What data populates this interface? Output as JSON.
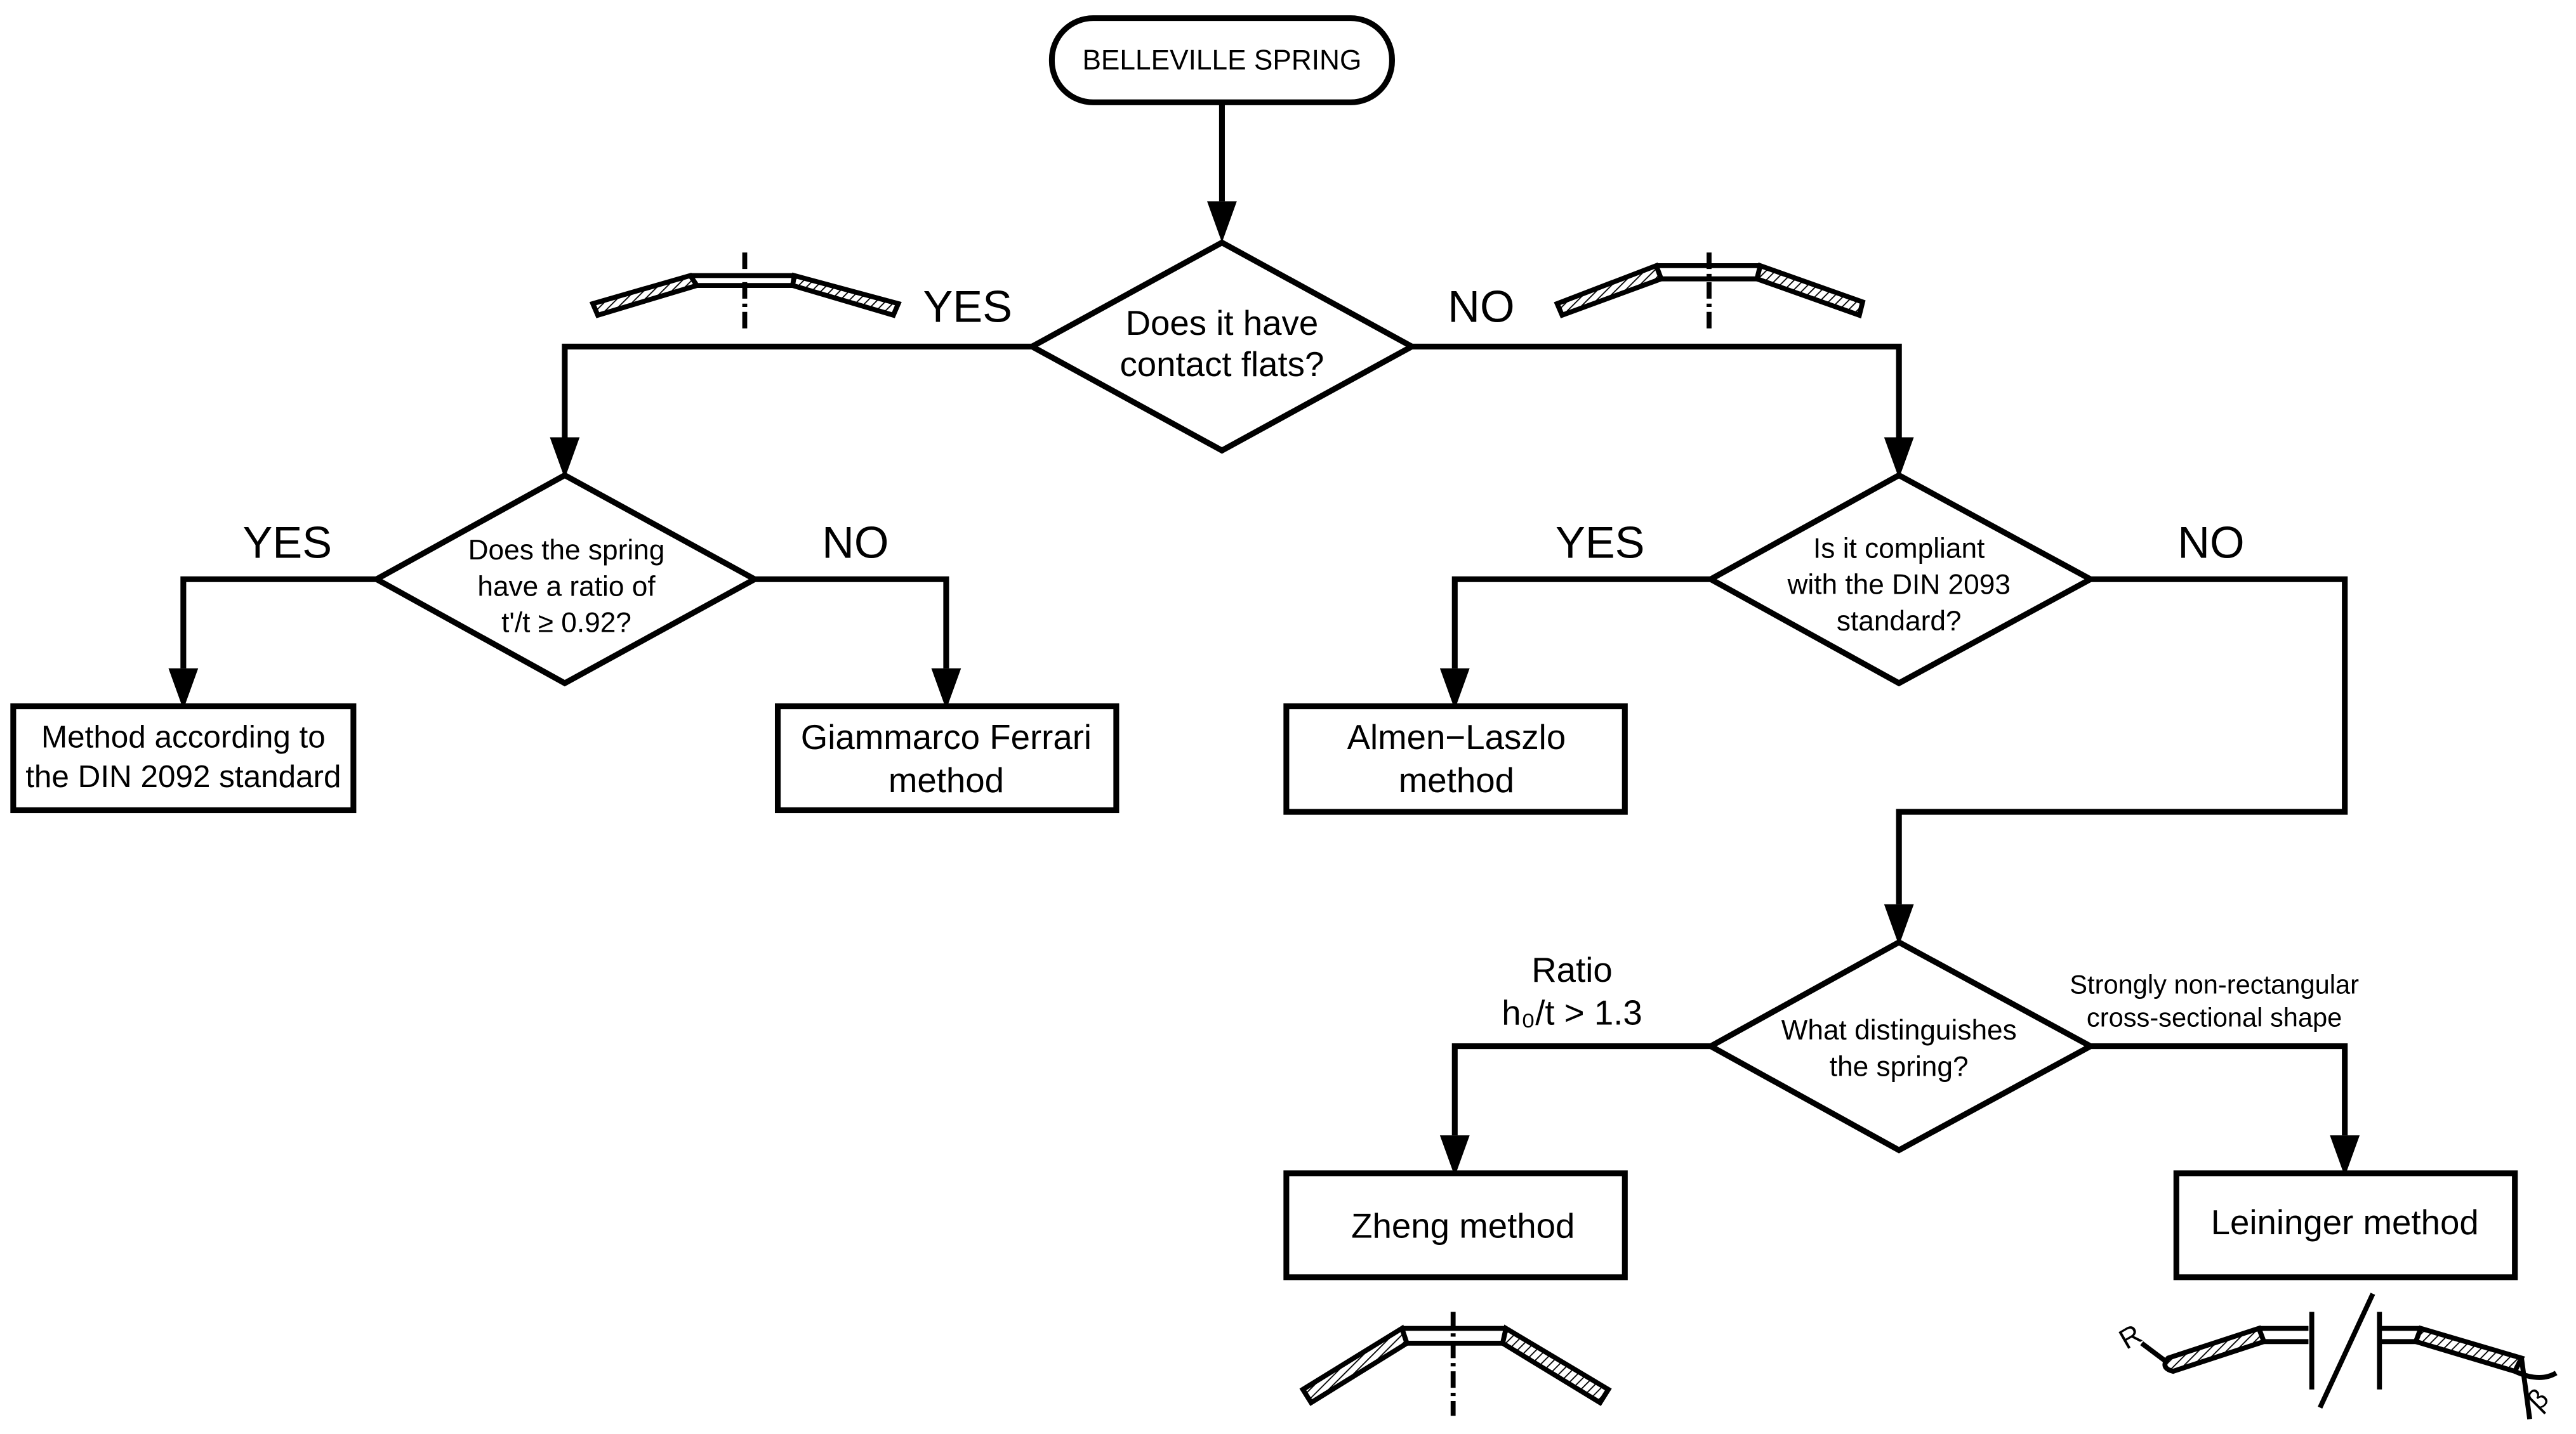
{
  "start": {
    "label": "BELLEVILLE SPRING"
  },
  "decisions": {
    "contact_flats": {
      "lines": [
        "Does it have",
        "contact flats?"
      ]
    },
    "ratio": {
      "lines": [
        "Does the spring",
        "have a ratio of",
        "t'/t ≥ 0.92?"
      ]
    },
    "din2093": {
      "lines": [
        "Is it compliant",
        "with the DIN 2093",
        "standard?"
      ]
    },
    "distinguish": {
      "lines": [
        "What distinguishes",
        "the spring?"
      ]
    }
  },
  "branches": {
    "top_yes": "YES",
    "top_no": "NO",
    "left_yes": "YES",
    "left_no": "NO",
    "right_yes": "YES",
    "right_no": "NO",
    "ratio_title": "Ratio",
    "ratio_value": "h₀/t > 1.3",
    "shape_lines": [
      "Strongly non-rectangular",
      "cross-sectional shape"
    ]
  },
  "methods": {
    "din2092": {
      "lines": [
        "Method according to",
        "the DIN 2092 standard"
      ]
    },
    "ferrari": {
      "lines": [
        "Giammarco Ferrari",
        "method"
      ]
    },
    "almen": {
      "lines": [
        "Almen−Laszlo",
        "method"
      ]
    },
    "zheng": {
      "lines": [
        "Zheng method"
      ]
    },
    "leininger": {
      "lines": [
        "Leininger method"
      ]
    }
  },
  "annotations": {
    "radius": "R",
    "angle": "β"
  }
}
